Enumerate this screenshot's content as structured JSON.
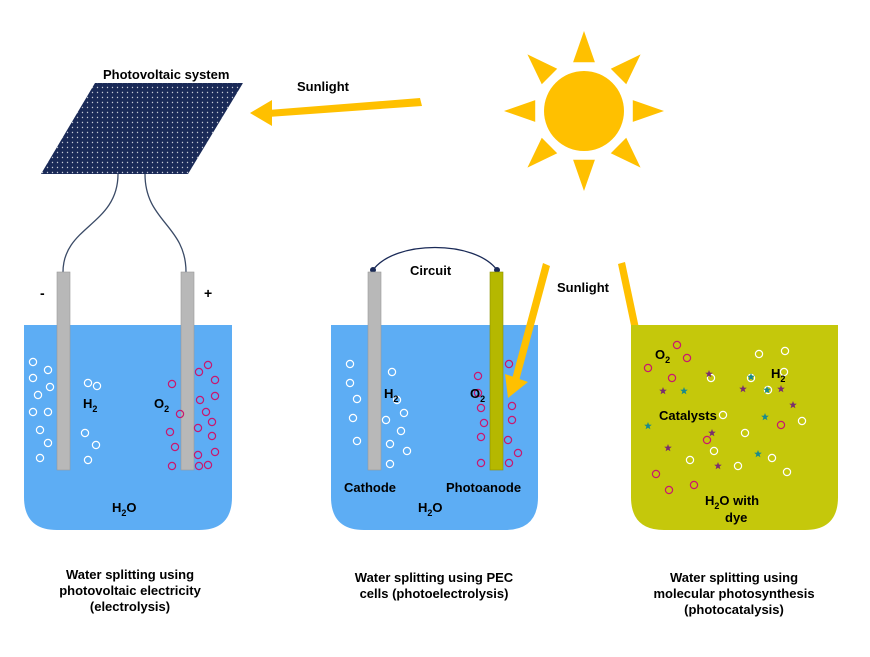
{
  "labels": {
    "pv_system": "Photovoltaic system",
    "sunlight_top": "Sunlight",
    "sunlight_mid": "Sunlight",
    "minus": "-",
    "plus": "+",
    "h2_main": "H",
    "o2_main": "O",
    "sub2": "2",
    "water_main": "H",
    "water_rest": "O",
    "circuit": "Circuit",
    "cathode": "Cathode",
    "photoanode": "Photoanode",
    "catalysts": "Catalysts",
    "water_dye_line1_rest": "O with",
    "water_dye_line2": "dye"
  },
  "captions": {
    "electrolysis": [
      "Water splitting using",
      "photovoltaic electricity",
      "(electrolysis)"
    ],
    "pec": [
      "Water splitting using PEC",
      "cells (photoelectrolysis)"
    ],
    "photocatalysis": [
      "Water splitting using",
      "molecular photosynthesis",
      "(photocatalysis)"
    ]
  },
  "colors": {
    "sun": "#FFC000",
    "water": "#5DADF4",
    "dye": "#C5C80B",
    "panel": "#1A2A57",
    "electrode_gray": "#B8B8B8",
    "photoanode": "#B5B800",
    "hydrogen_bubble": "#FFFFFF",
    "oxygen_bubble": "#C8186E"
  },
  "icons": {
    "sun": "sun-icon",
    "panel": "solar-panel-icon",
    "star": "star-icon"
  }
}
